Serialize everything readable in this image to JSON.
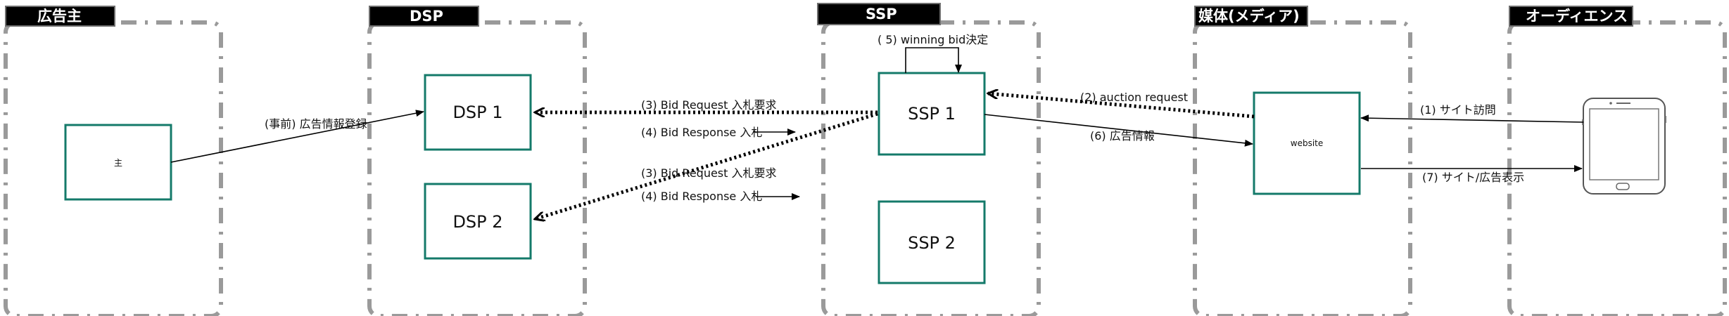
{
  "lanes": [
    {
      "id": "advertiser",
      "title": "広告主"
    },
    {
      "id": "dsp",
      "title": "DSP"
    },
    {
      "id": "ssp",
      "title": "SSP"
    },
    {
      "id": "media",
      "title": "媒体(メディア)"
    },
    {
      "id": "audience",
      "title": "オーディエンス"
    }
  ],
  "nodes": {
    "advertiser": "主",
    "dsp1": "DSP 1",
    "dsp2": "DSP 2",
    "ssp1": "SSP 1",
    "ssp2": "SSP 2",
    "website": "website"
  },
  "edges": {
    "pre_registration": "(事前) 広告情報登録",
    "bid_request_1": "(3) Bid Request 入札要求",
    "bid_response_1": "(4) Bid Response 入札",
    "bid_request_2": "(3) Bid Request 入札要求",
    "bid_response_2": "(4) Bid Response 入札",
    "winning_bid": "( 5) winning bid決定",
    "auction_request": "(2) auction request",
    "ad_info": "(6) 広告情報",
    "site_visit": "(1) サイト訪問",
    "site_ad_display": "(7) サイト/広告表示"
  }
}
